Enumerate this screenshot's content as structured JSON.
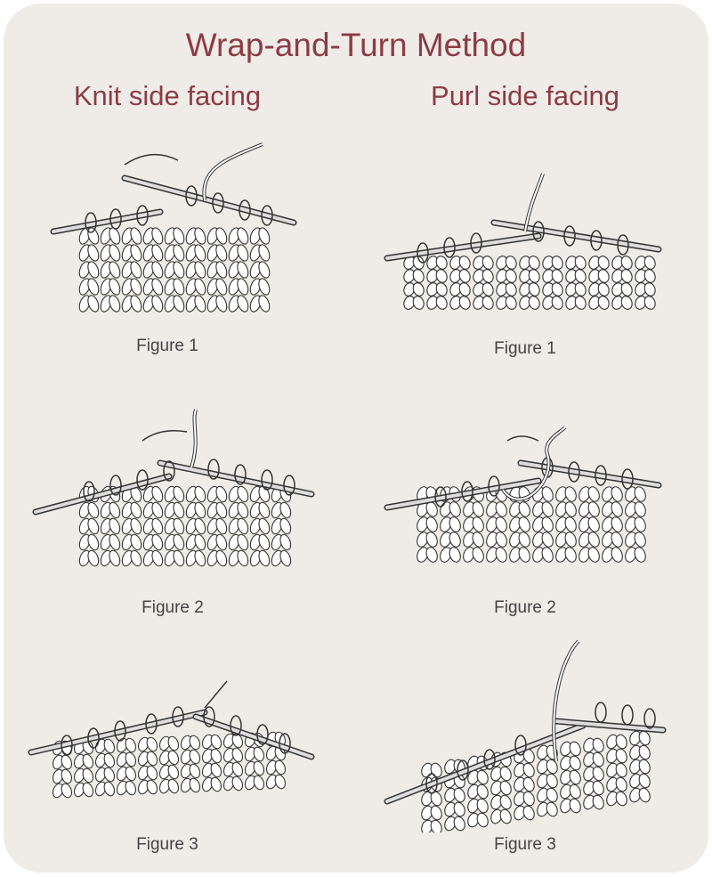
{
  "title": "Wrap-and-Turn Method",
  "columns": [
    {
      "heading": "Knit side facing",
      "figures": [
        {
          "caption": "Figure 1"
        },
        {
          "caption": "Figure 2"
        },
        {
          "caption": "Figure 3"
        }
      ]
    },
    {
      "heading": "Purl side facing",
      "figures": [
        {
          "caption": "Figure 1"
        },
        {
          "caption": "Figure 2"
        },
        {
          "caption": "Figure 3"
        }
      ]
    }
  ],
  "colors": {
    "heading": "#8c3c45",
    "panel": "#efece8",
    "caption": "#444444"
  }
}
